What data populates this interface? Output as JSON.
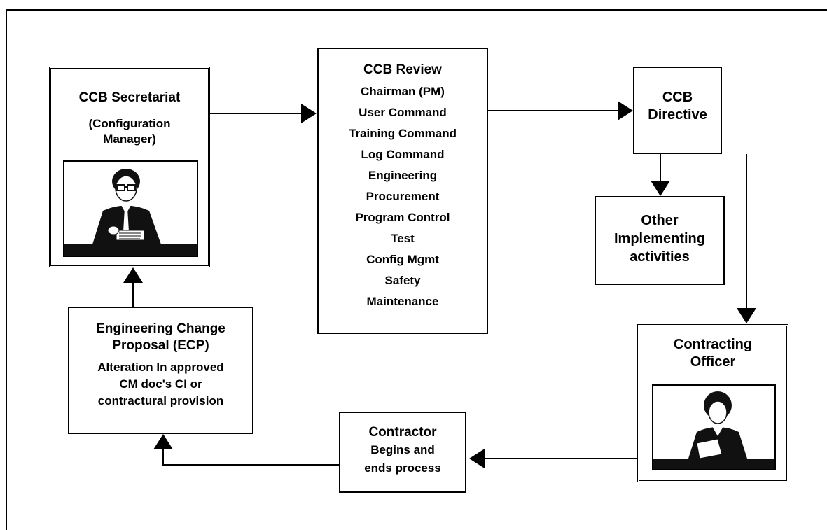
{
  "secretariat": {
    "title": "CCB Secretariat",
    "sub1": "(Configuration",
    "sub2": "Manager)",
    "photo_icon": "configuration-manager-portrait-icon"
  },
  "review": {
    "title": "CCB Review",
    "members": [
      "Chairman (PM)",
      "User Command",
      "Training Command",
      "Log Command",
      "Engineering",
      "Procurement",
      "Program Control",
      "Test",
      "Config Mgmt",
      "Safety",
      "Maintenance"
    ]
  },
  "directive": {
    "line1": "CCB",
    "line2": "Directive"
  },
  "other": {
    "line1": "Other",
    "line2": "Implementing",
    "line3": "activities"
  },
  "ecp": {
    "line1": "Engineering Change",
    "line2": "Proposal (ECP)",
    "line3": "Alteration In approved",
    "line4": "CM doc's CI or",
    "line5": "contractural provision"
  },
  "contractor": {
    "line1": "Contractor",
    "line2": "Begins and",
    "line3": "ends process"
  },
  "officer": {
    "line1": "Contracting",
    "line2": "Officer",
    "photo_icon": "contracting-officer-portrait-icon"
  }
}
